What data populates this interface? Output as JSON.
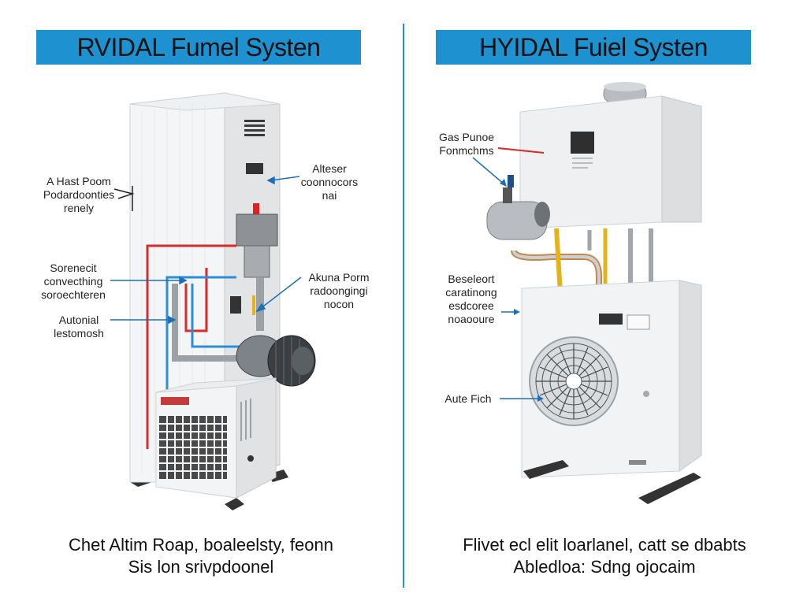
{
  "colors": {
    "banner": "#1e92d0",
    "divider": "#1e92d0",
    "pipe_red": "#d62c2c",
    "pipe_blue": "#2c8fd6",
    "pipe_yellow": "#e4b31b",
    "arrow": "#1d6fb8"
  },
  "left": {
    "title": "RVIDAL Fumel Systen",
    "labels": {
      "heat_pump": "A Hast Poom\nPodardoonties\nrenely",
      "alteser": "Alteser\ncoonnocors\nnai",
      "sorenech": "Sorenecit\nconvecthing\nsoroechteren",
      "autonial": "Autonial\nlestomosh",
      "akuna": "Akuna Porm\nradoongingi\nnocon"
    },
    "caption": "Chet Altim Roap, boaleelsty, feonn\nSis lon srivpdoonel"
  },
  "right": {
    "title": "HYIDAL Fuiel Systen",
    "labels": {
      "gas_pump": "Gas Punoe\nFonmchms",
      "beseleort": "Beseleort\ncaratinong\nesdcoree\nnoaooure",
      "aute": "Aute Fich"
    },
    "caption": "Flivet ecl elit loarlanel, catt se dbabts\nAbledloa: Sdng ojocaim"
  }
}
